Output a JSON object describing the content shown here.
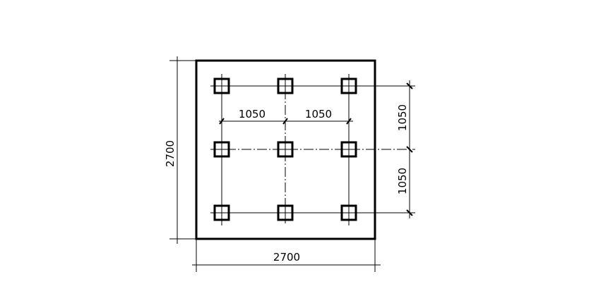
{
  "drawing": {
    "overall_width_label": "2700",
    "overall_height_label": "2700",
    "horizontal_spacing_labels": [
      "1050",
      "1050"
    ],
    "vertical_spacing_labels": [
      "1050",
      "1050"
    ],
    "pile_grid": {
      "rows": 3,
      "columns": 3
    },
    "colors": {
      "line": "#000000",
      "background": "#ffffff"
    }
  }
}
